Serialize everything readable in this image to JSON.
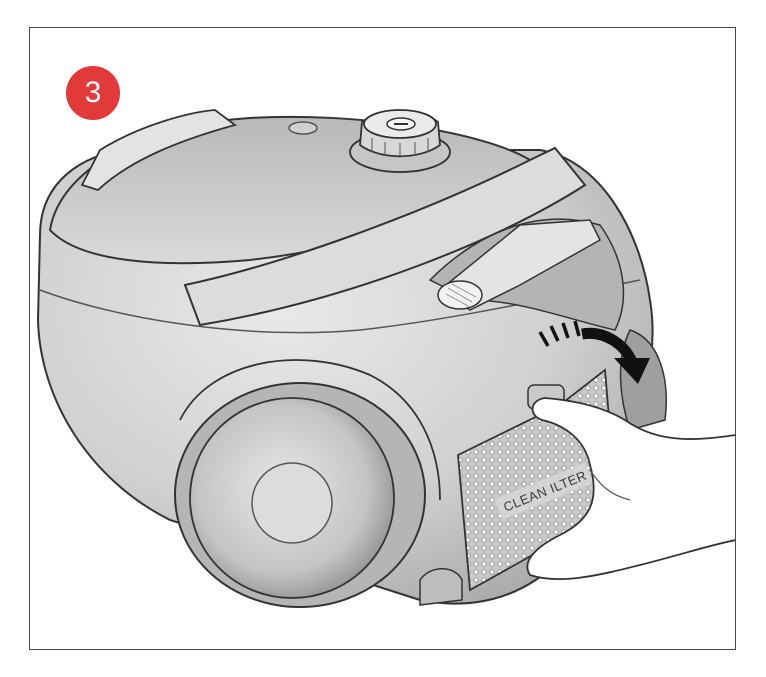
{
  "step": {
    "number": "3",
    "badge_color": "#e23a3a"
  },
  "filter_cover": {
    "label_left": "CLEAN",
    "label_right": "ILTER"
  },
  "colors": {
    "body": "#d6d6d6",
    "body_dark": "#a9a9a9",
    "outline": "#333333",
    "grille": "#bdbdbd"
  }
}
